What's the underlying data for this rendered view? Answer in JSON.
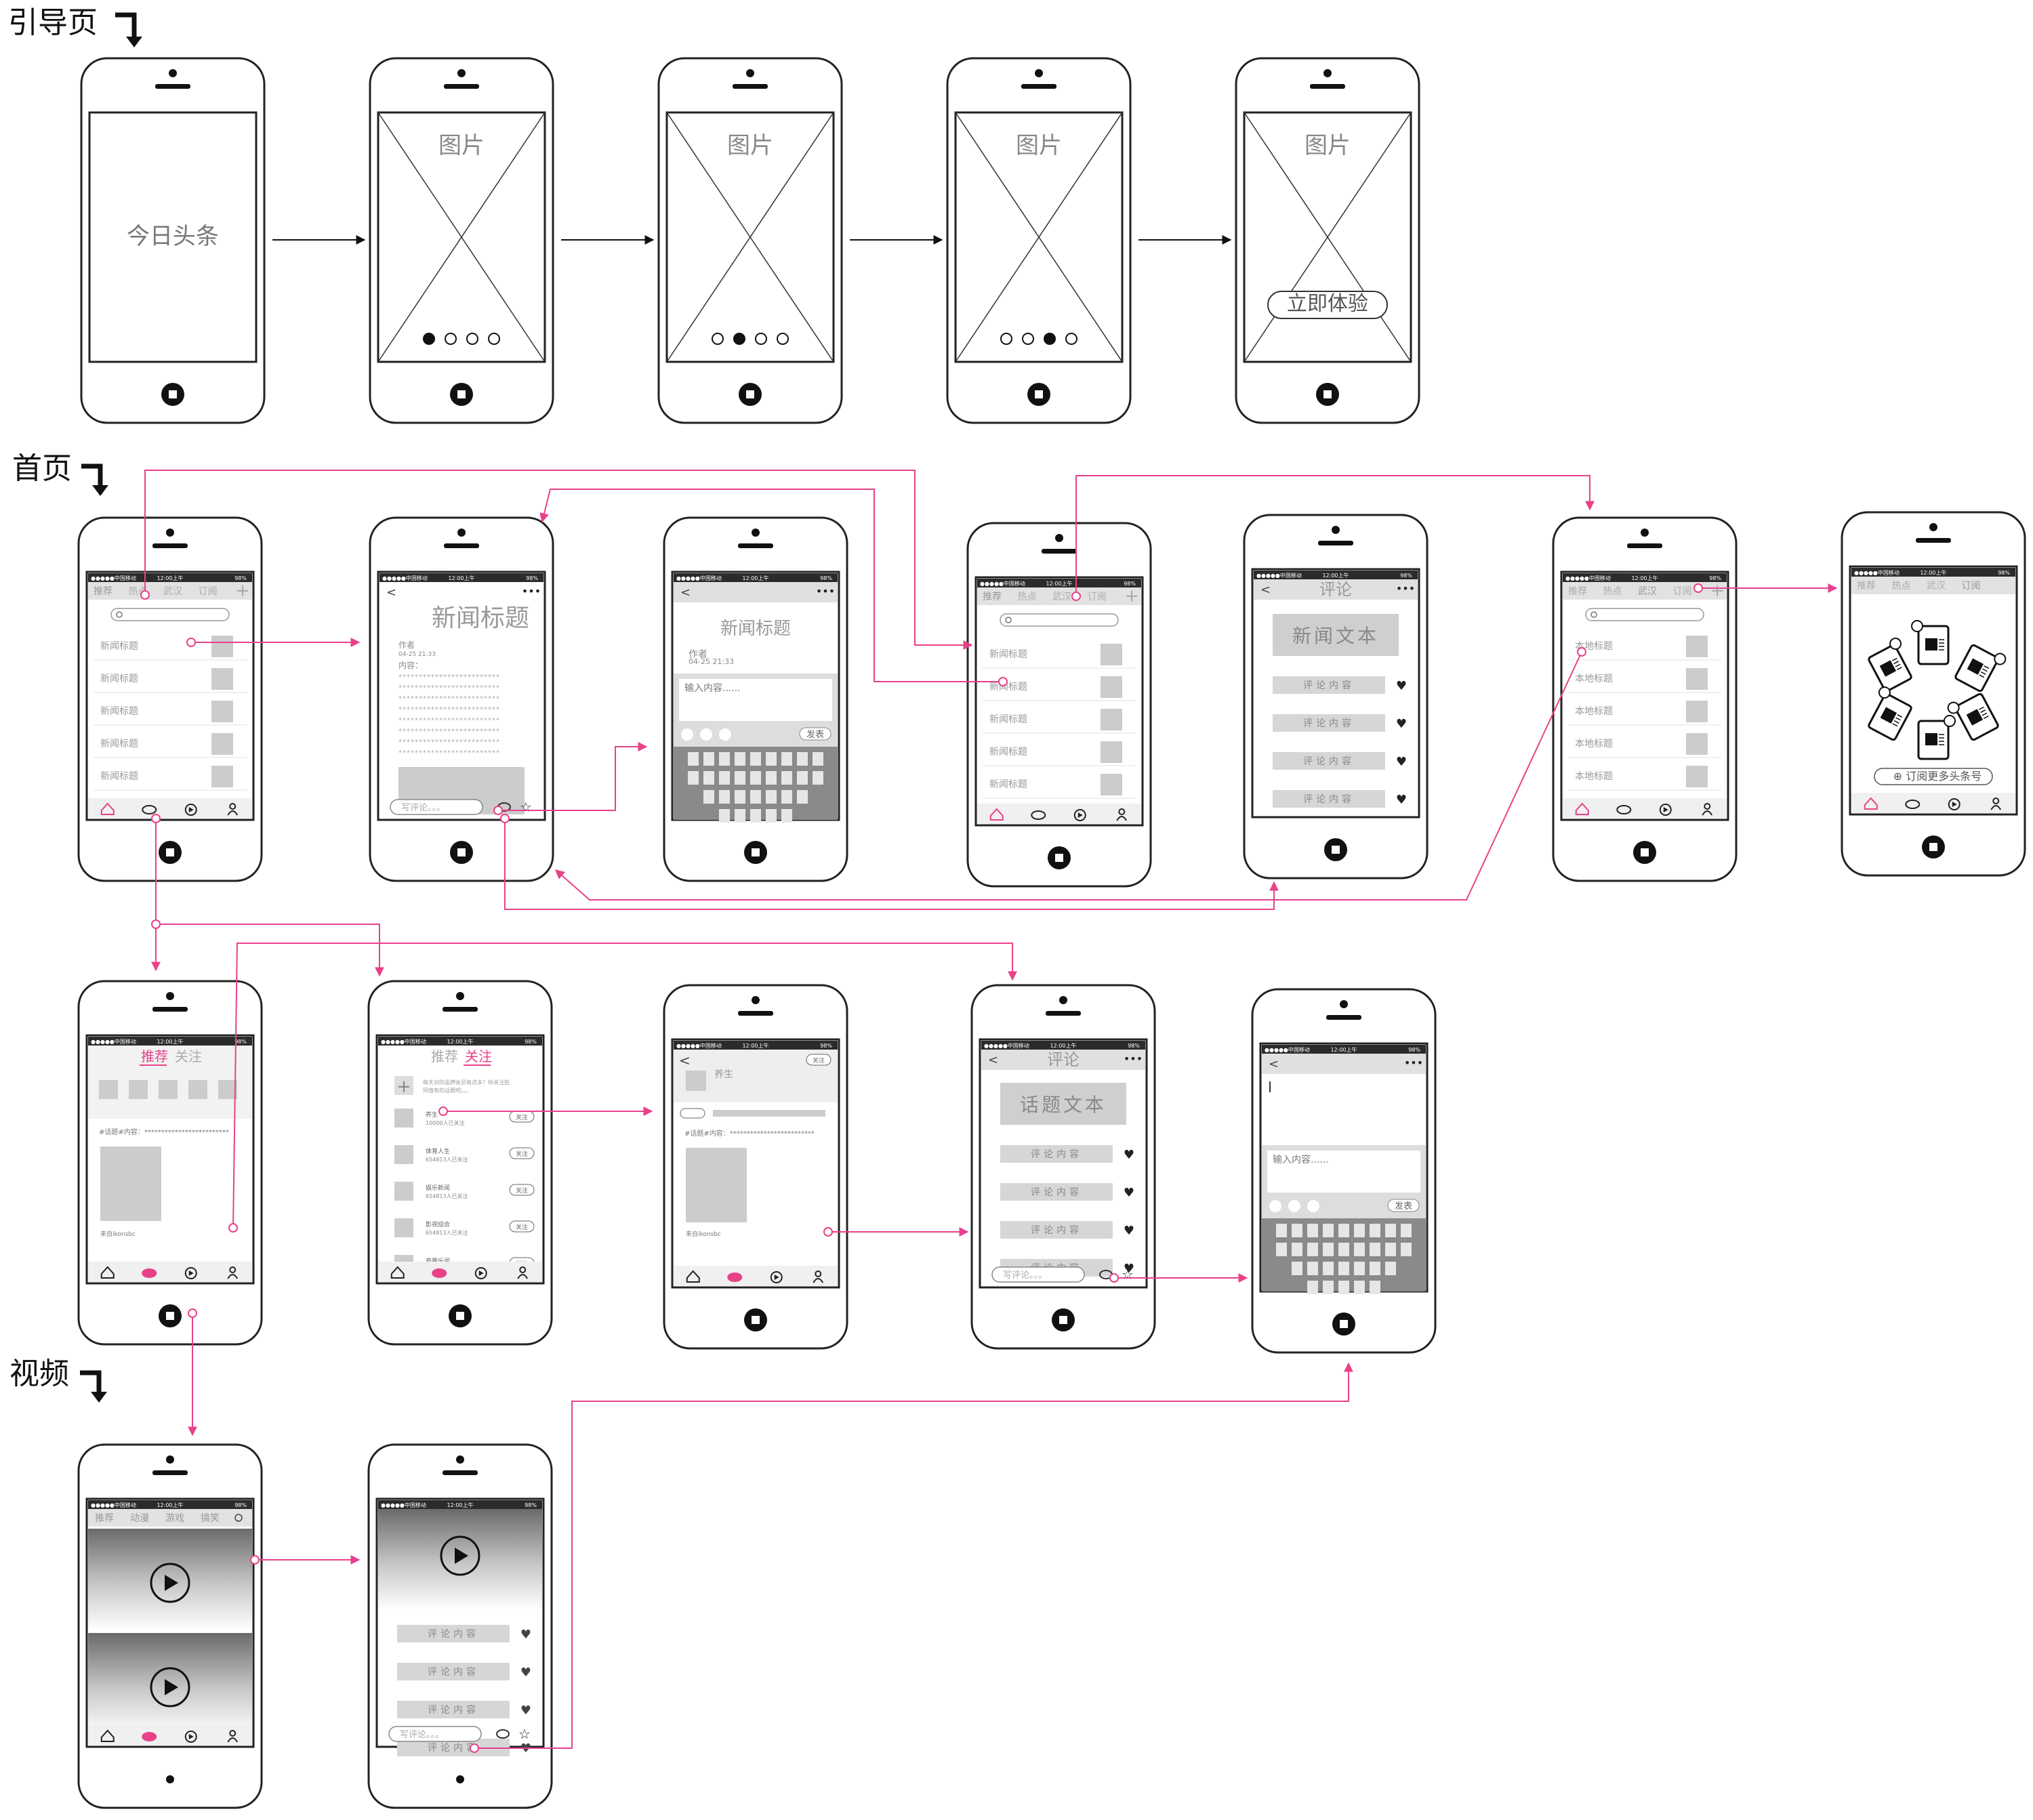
{
  "sections": {
    "guide": "引导页",
    "home": "首页",
    "video": "视频"
  },
  "status_bar": {
    "carrier": "●●●●●中国移动",
    "time": "12:00上午",
    "battery": "98%"
  },
  "guide_screens": {
    "splash_text": "今日头条",
    "image_placeholder": "图片",
    "try_now_button": "立即体验"
  },
  "nav": {
    "channel_tabs": [
      "推荐",
      "热点",
      "武汉",
      "订阅"
    ],
    "video_tabs": [
      "推荐",
      "动漫",
      "游戏",
      "搞笑"
    ],
    "follow_tabs": [
      "推荐",
      "关注"
    ],
    "plus": "+"
  },
  "home": {
    "news_title": "新闻标题",
    "local_title": "本地标题",
    "comment_placeholder": "写评论。。。"
  },
  "article": {
    "headline": "新闻标题",
    "author": "作者",
    "date": "04-25 21:33",
    "content_label": "内容：",
    "dots": "*************************"
  },
  "compose": {
    "input_placeholder": "输入内容......",
    "input_placeholder_alt": "输入内容......",
    "send_button": "发表"
  },
  "comments": {
    "title": "评论",
    "news_text": "新闻文本",
    "topic_text": "话题文本",
    "comment_item": "评论内容"
  },
  "subscribe": {
    "more_button": "订阅更多头条号"
  },
  "follow": {
    "topic_label": "#话题#内容：",
    "source_label": "来自ikonsbc",
    "profile_name": "养生",
    "follow_badge": "关注",
    "follow_btn": "关注",
    "recommend_text": "每天对的品牌会员每点多？你关注些同值有的话题吧。。。",
    "accounts": [
      {
        "name": "养生",
        "sub": "10000人已关注"
      },
      {
        "name": "体育人生",
        "sub": "654813人已关注"
      },
      {
        "name": "娱乐新闻",
        "sub": "654813人已关注"
      },
      {
        "name": "影视综合",
        "sub": "654813人已关注"
      },
      {
        "name": "奇趣乐闻",
        "sub": ""
      }
    ]
  },
  "colors": {
    "accent": "#e8418a",
    "link": "#e8418a",
    "gray_fill": "#cccccc",
    "keyboard": "#888888"
  }
}
